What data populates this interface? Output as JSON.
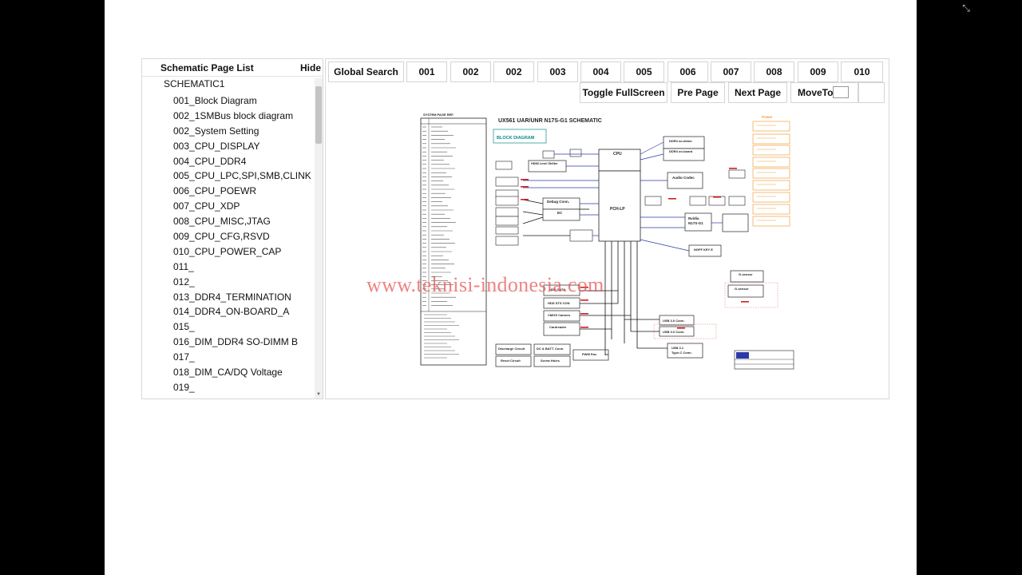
{
  "sidebar": {
    "title": "Schematic Page List",
    "hide_label": "Hide",
    "root": "SCHEMATIC1",
    "items": [
      "001_Block Diagram",
      "002_1SMBus block diagram",
      "002_System Setting",
      "003_CPU_DISPLAY",
      "004_CPU_DDR4",
      "005_CPU_LPC,SPI,SMB,CLINK",
      "006_CPU_POEWR",
      "007_CPU_XDP",
      "008_CPU_MISC,JTAG",
      "009_CPU_CFG,RSVD",
      "010_CPU_POWER_CAP",
      "011_",
      "012_",
      "013_DDR4_TERMINATION",
      "014_DDR4_ON-BOARD_A",
      "015_",
      "016_DIM_DDR4 SO-DIMM B",
      "017_",
      "018_DIM_CA/DQ Voltage",
      "019_"
    ]
  },
  "toolbar": {
    "global_search": "Global Search",
    "page_buttons": [
      "001",
      "002",
      "002",
      "003",
      "004",
      "005",
      "006",
      "007",
      "008",
      "009",
      "010"
    ],
    "toggle_fullscreen": "Toggle FullScreen",
    "pre_page": "Pre Page",
    "next_page": "Next Page",
    "move_to": "MoveTo"
  },
  "schematic": {
    "title": "UX561 UAR/UNR N17S-G1 SCHEMATIC",
    "block_diagram": "BLOCK DIAGRAM",
    "system_page_ref": "SYSTEM PAGE REF.",
    "cpu": "CPU",
    "pch": "PCH-LP",
    "ddr4_sodimm": "DDR4 so-dimm",
    "ddr4_onboard": "DDR4 on-board",
    "audio_codec": "Audio Codec",
    "nvidia": "Nvidia",
    "nvidia_gpu": "N17S-G1",
    "gsensor": "G-sensor",
    "gsensor_2": "G-sensor",
    "usb30_conn_1": "USB 3.0 Conn.",
    "usb30_conn_2": "USB 3.0 Conn.",
    "usb31_conn": "USB 3.1",
    "type_c_conn": "Type-C Conn.",
    "ngff_key": "NGFF KEY E",
    "hdd_sata": "HDD SATA",
    "hdd_sts_con": "HDD STS CON",
    "cardreader": "Cardreader",
    "cmos_camera": "CMOS Camera",
    "discharge_circuit": "Discharge Circuit",
    "dc_batt_conn": "DC & BATT. Conn.",
    "reset_circuit": "Reset Circuit",
    "screw_holes": "Screw Holes",
    "fan": "PWM Fan",
    "debug_conn": "Debug Conn.",
    "ec": "EC",
    "hdmi_level_shifter": "HDMI Level Shifter",
    "power_label": "Power",
    "watermark": "www.teknisi-indonesia.com"
  },
  "colors": {
    "page_background": "#000000",
    "canvas": "#ffffff",
    "border": "#d9d9d9",
    "schematic_blue": "#2b3aa8",
    "schematic_red": "#d11f1f",
    "power_orange": "#f0a040",
    "teal_label": "#0a8a8a",
    "watermark": "#e85a5a"
  },
  "icons": {
    "exit_fullscreen": "exit-fullscreen-icon",
    "scroll_down": "scroll-down-arrow-icon"
  }
}
